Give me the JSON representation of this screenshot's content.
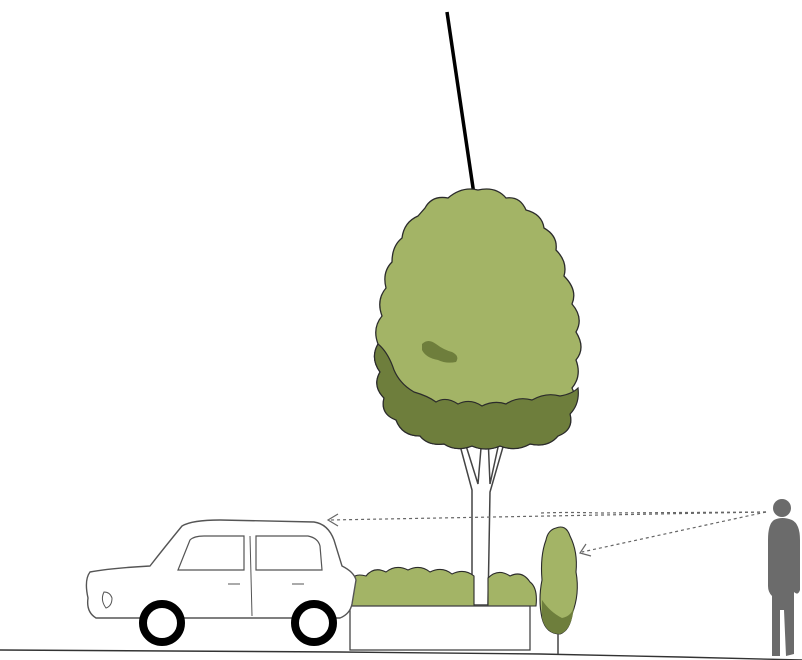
{
  "illustration": {
    "subjects": [
      "callout-leader",
      "street-tree",
      "parked-car",
      "planter-hedge",
      "columnar-shrub",
      "pedestrian-silhouette",
      "sight-lines"
    ],
    "colors": {
      "foliage_light": "#a3b466",
      "foliage_dark": "#6e7e3c",
      "outline": "#2b2b2b",
      "line": "#666666",
      "person": "#6b6b6b",
      "leader": "#000000"
    }
  }
}
